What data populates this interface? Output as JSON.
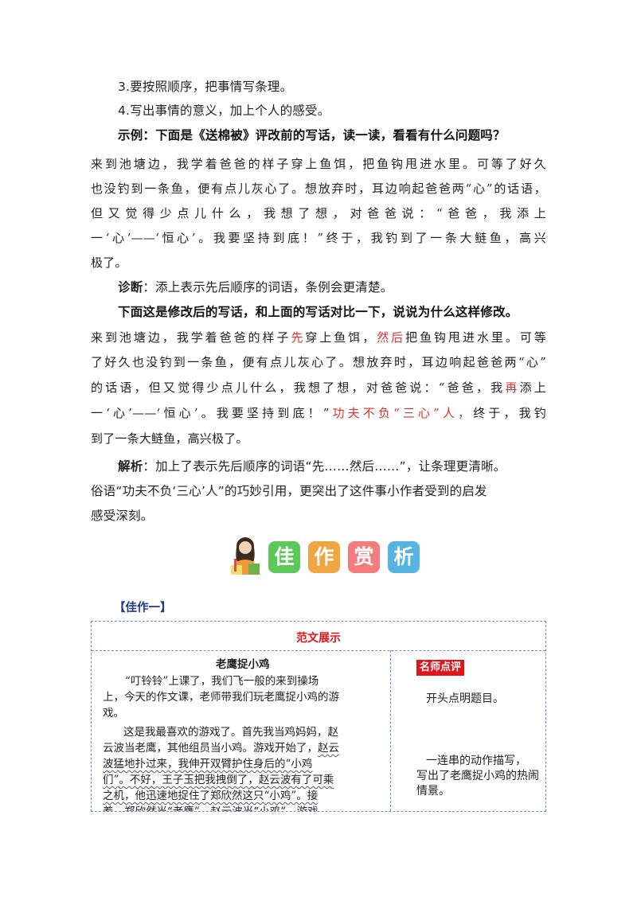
{
  "tips": {
    "p3": "3.要按照顺序，把事情写条理。",
    "p4": "4.写出事情的意义，加上个人的感受。"
  },
  "example": {
    "heading": "示例：下面是《送棉被》评改前的写话，读一读，看看有什么问题吗？",
    "lines": [
      "来到池塘边，我学着爸爸的样子穿上鱼饵，把鱼钩甩进水里。可等了好久",
      "也没钓到一条鱼，便有点儿灰心了。想放弃时，耳边响起爸爸两“心”的话语，",
      "但又觉得少点儿什么，我想了想，对爸爸说：“爸爸，我添上",
      "一‘心’——‘恒心’。我要坚持到底！”终于，我钓到了一条大鲢鱼，高兴",
      "极了。"
    ]
  },
  "diagnosis": {
    "label": "诊断",
    "text": "：添上表示先后顺序的词语，条例会更清楚。"
  },
  "revised": {
    "heading": "下面这是修改后的写话，和上面的写话对比一下，说说为什么这样修改。",
    "l1a": "来到池塘边，我学着爸爸的样子",
    "l1r1": "先",
    "l1b": "穿上鱼饵，",
    "l1r2": "然后",
    "l1c": "把鱼钩甩进水里。可等",
    "l2": "了好久也没钓到一条鱼，便有点儿灰心了。想放弃时，耳边响起爸爸两“心”",
    "l3a": "的话语，但又觉得少点儿什么，我想了想，对爸爸说：“爸爸，我",
    "l3r": "再",
    "l3b": "添上",
    "l4a": "一‘心’——‘恒心’。我要坚持到底！”",
    "l4r": "功夫不负“三心”人，",
    "l4b": "终于，我钓",
    "l5": "到了一条大鲢鱼，高兴极了。"
  },
  "analysis": {
    "label": "解析",
    "l1": "：加上了表示先后顺序的词语“先……然后……”，让条理更清晰。",
    "l2": "俗语“功夫不负‘三心’人”的巧妙引用，更突出了这件事小作者受到的启发",
    "l3": "感受深刻。"
  },
  "banner": {
    "chars": [
      "佳",
      "作",
      "赏",
      "析"
    ],
    "colors": [
      "#5cc85a",
      "#f0a640",
      "#f47c7c",
      "#56b4e0"
    ]
  },
  "piece_title": "【佳作一】",
  "sample": {
    "header": "范文展示",
    "essay_title": "老鹰捉小鸡",
    "lines": [
      "“叮铃铃”上课了，我们飞一般的来到操场",
      "上，今天的作文课，老师带我们玩老鹰捉小鸡的游",
      "戏。",
      "这是我最喜欢的游戏了。首先我当鸡妈妈，赵",
      "云波当老鹰，其他组员当小鸡。游戏开始了，",
      "赵云",
      "波猛地扑过来，我伸开双臂护住身后的“小鸡",
      "们”。不好，王子玉把我拽倒了，赵云波有了可乘",
      "之机，他迅速地捉住了郑欣然这只“小鸡”。接",
      "着，郑欣然当“老鹰”，赵云波当“小鸡”，游戏"
    ],
    "comment_badge": "名师点评",
    "comments": [
      "开头点明题目。",
      "一连串的动作描写，",
      "写出了老鹰捉小鸡的热闹",
      "情景。"
    ]
  }
}
